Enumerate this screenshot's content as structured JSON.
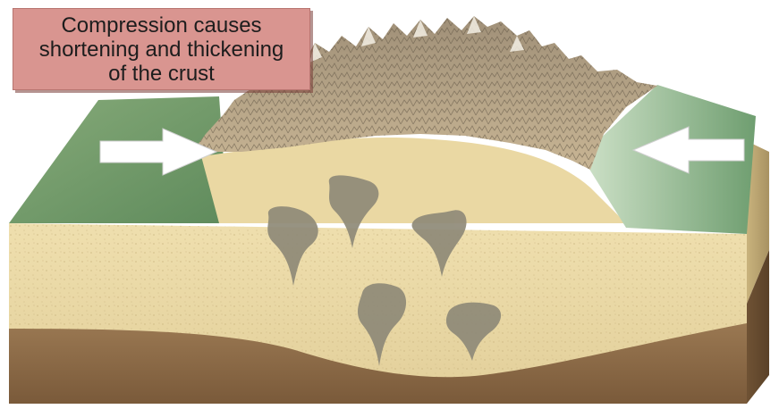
{
  "caption": {
    "text": "Compression causes\nshortening and thickening\nof the crust"
  },
  "colors": {
    "caption_bg": "#d99590",
    "arrow_fill": "#ffffff",
    "lowland_green": "#6e9a6a",
    "mountain_brown": "#8c7a63",
    "crust_tan": "#e6d39c",
    "mantle_brown": "#8a6a48",
    "pluton_gray": "#8f8a78"
  },
  "icons": [
    "compression-arrow-left",
    "compression-arrow-right"
  ]
}
